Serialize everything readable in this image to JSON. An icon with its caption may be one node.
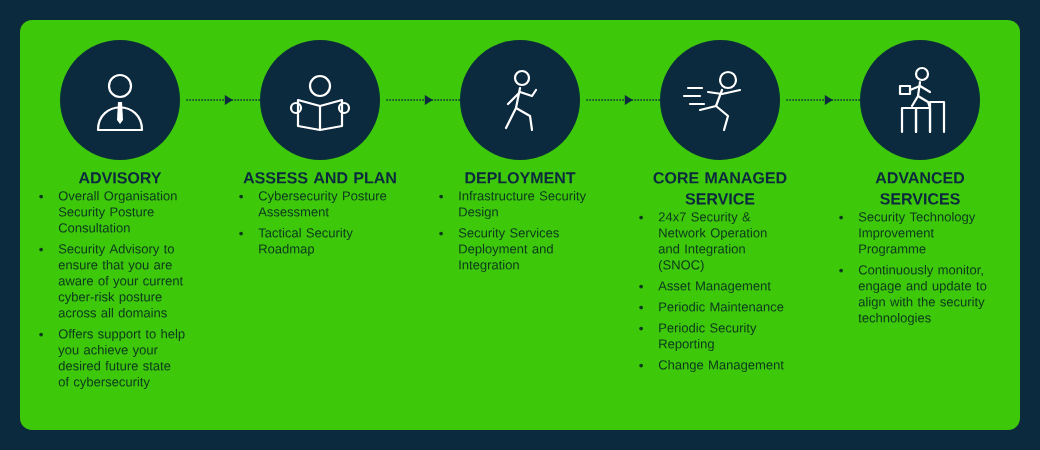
{
  "diagram": {
    "nodes": [
      {
        "text": [
          "ADVISORY",
          "Overall Organisation Security Posture Consultation",
          "Security Advisory to ensure that you are aware of your current cyber-risk posture across all domains",
          "Offers support to help you achieve your desired future state of cybersecurity"
        ]
      },
      {
        "text": [
          "ASSESS AND PLAN",
          "Cybersecurity Posture Assessment",
          "Tactical Security Roadmap"
        ]
      },
      {
        "text": [
          "DEPLOYMENT",
          "Infrastructure Security Design",
          "Security Services Deployment and Integration"
        ]
      },
      {
        "text": [
          "CORE MANAGED SERVICE",
          "24x7 Security & Network Operation and Integration (SNOC)",
          "Asset Management",
          "Periodic Maintenance",
          "Periodic Security Reporting",
          "Change Management"
        ]
      },
      {
        "text": [
          "ADVANCED SERVICES",
          "Security Technology Improvement Programme",
          "Continuously monitor, engage and update to align with the security technologies"
        ]
      }
    ],
    "edges": [
      {
        "from": 0,
        "to": 1,
        "arrow": "to",
        "style": "dashed"
      },
      {
        "from": 1,
        "to": 2,
        "arrow": "to",
        "style": "dashed"
      },
      {
        "from": 2,
        "to": 3,
        "arrow": "to",
        "style": "dashed"
      },
      {
        "from": 3,
        "to": 4,
        "arrow": "to",
        "style": "dashed"
      }
    ]
  }
}
